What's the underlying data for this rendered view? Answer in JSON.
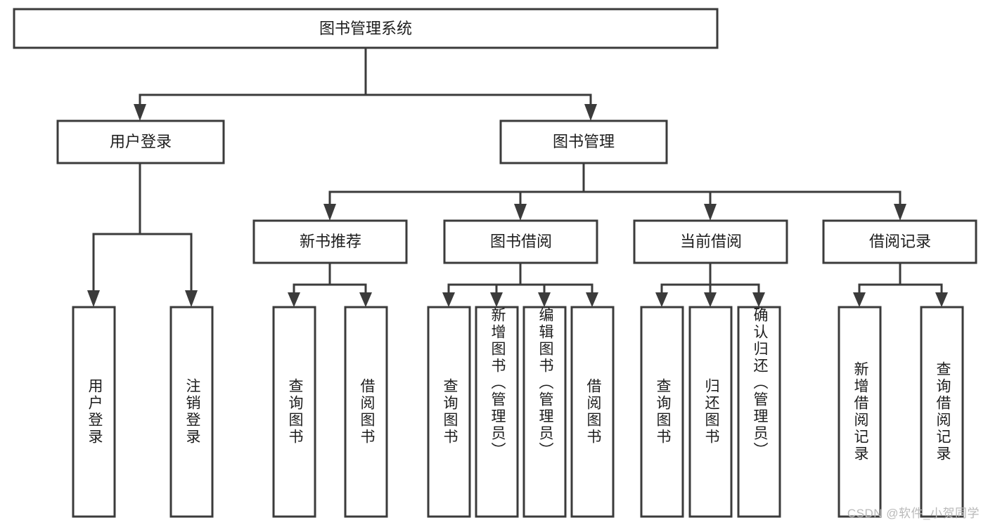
{
  "diagram": {
    "type": "tree",
    "title": "图书管理系统",
    "watermark": "CSDN @软件_小贺同学",
    "colors": {
      "stroke": "#3b3b3b",
      "fill": "#ffffff",
      "text": "#1d1d1d",
      "watermark": "#b9b9b9",
      "background": "#ffffff"
    },
    "levels": {
      "root": {
        "label": "图书管理系统"
      },
      "level2": [
        {
          "id": "user-login",
          "label": "用户登录"
        },
        {
          "id": "book-manage",
          "label": "图书管理"
        }
      ],
      "level3": [
        {
          "id": "new-book-recommend",
          "label": "新书推荐"
        },
        {
          "id": "book-borrow",
          "label": "图书借阅"
        },
        {
          "id": "current-borrow",
          "label": "当前借阅"
        },
        {
          "id": "borrow-record",
          "label": "借阅记录"
        }
      ],
      "leaves": [
        {
          "id": "leaf-user-login",
          "label": "用户登录",
          "parent": "user-login"
        },
        {
          "id": "leaf-logout-login",
          "label": "注销登录",
          "parent": "user-login"
        },
        {
          "id": "leaf-query-book-1",
          "label": "查询图书",
          "parent": "new-book-recommend"
        },
        {
          "id": "leaf-borrow-book-1",
          "label": "借阅图书",
          "parent": "new-book-recommend"
        },
        {
          "id": "leaf-query-book-2",
          "label": "查询图书",
          "parent": "book-borrow"
        },
        {
          "id": "leaf-add-book",
          "label": "新增图书（管理员）",
          "parent": "book-borrow"
        },
        {
          "id": "leaf-edit-book",
          "label": "编辑图书（管理员）",
          "parent": "book-borrow"
        },
        {
          "id": "leaf-borrow-book-2",
          "label": "借阅图书",
          "parent": "book-borrow"
        },
        {
          "id": "leaf-query-book-3",
          "label": "查询图书",
          "parent": "current-borrow"
        },
        {
          "id": "leaf-return-book",
          "label": "归还图书",
          "parent": "current-borrow"
        },
        {
          "id": "leaf-confirm-return",
          "label": "确认归还（管理员）",
          "parent": "current-borrow"
        },
        {
          "id": "leaf-add-record",
          "label": "新增借阅记录",
          "parent": "borrow-record"
        },
        {
          "id": "leaf-query-record",
          "label": "查询借阅记录",
          "parent": "borrow-record"
        }
      ]
    },
    "edges": [
      {
        "from": "图书管理系统",
        "to": "用户登录"
      },
      {
        "from": "图书管理系统",
        "to": "图书管理"
      },
      {
        "from": "用户登录",
        "to": "用户登录"
      },
      {
        "from": "用户登录",
        "to": "注销登录"
      },
      {
        "from": "图书管理",
        "to": "新书推荐"
      },
      {
        "from": "图书管理",
        "to": "图书借阅"
      },
      {
        "from": "图书管理",
        "to": "当前借阅"
      },
      {
        "from": "图书管理",
        "to": "借阅记录"
      },
      {
        "from": "新书推荐",
        "to": "查询图书"
      },
      {
        "from": "新书推荐",
        "to": "借阅图书"
      },
      {
        "from": "图书借阅",
        "to": "查询图书"
      },
      {
        "from": "图书借阅",
        "to": "新增图书（管理员）"
      },
      {
        "from": "图书借阅",
        "to": "编辑图书（管理员）"
      },
      {
        "from": "图书借阅",
        "to": "借阅图书"
      },
      {
        "from": "当前借阅",
        "to": "查询图书"
      },
      {
        "from": "当前借阅",
        "to": "归还图书"
      },
      {
        "from": "当前借阅",
        "to": "确认归还（管理员）"
      },
      {
        "from": "借阅记录",
        "to": "新增借阅记录"
      },
      {
        "from": "借阅记录",
        "to": "查询借阅记录"
      }
    ]
  }
}
